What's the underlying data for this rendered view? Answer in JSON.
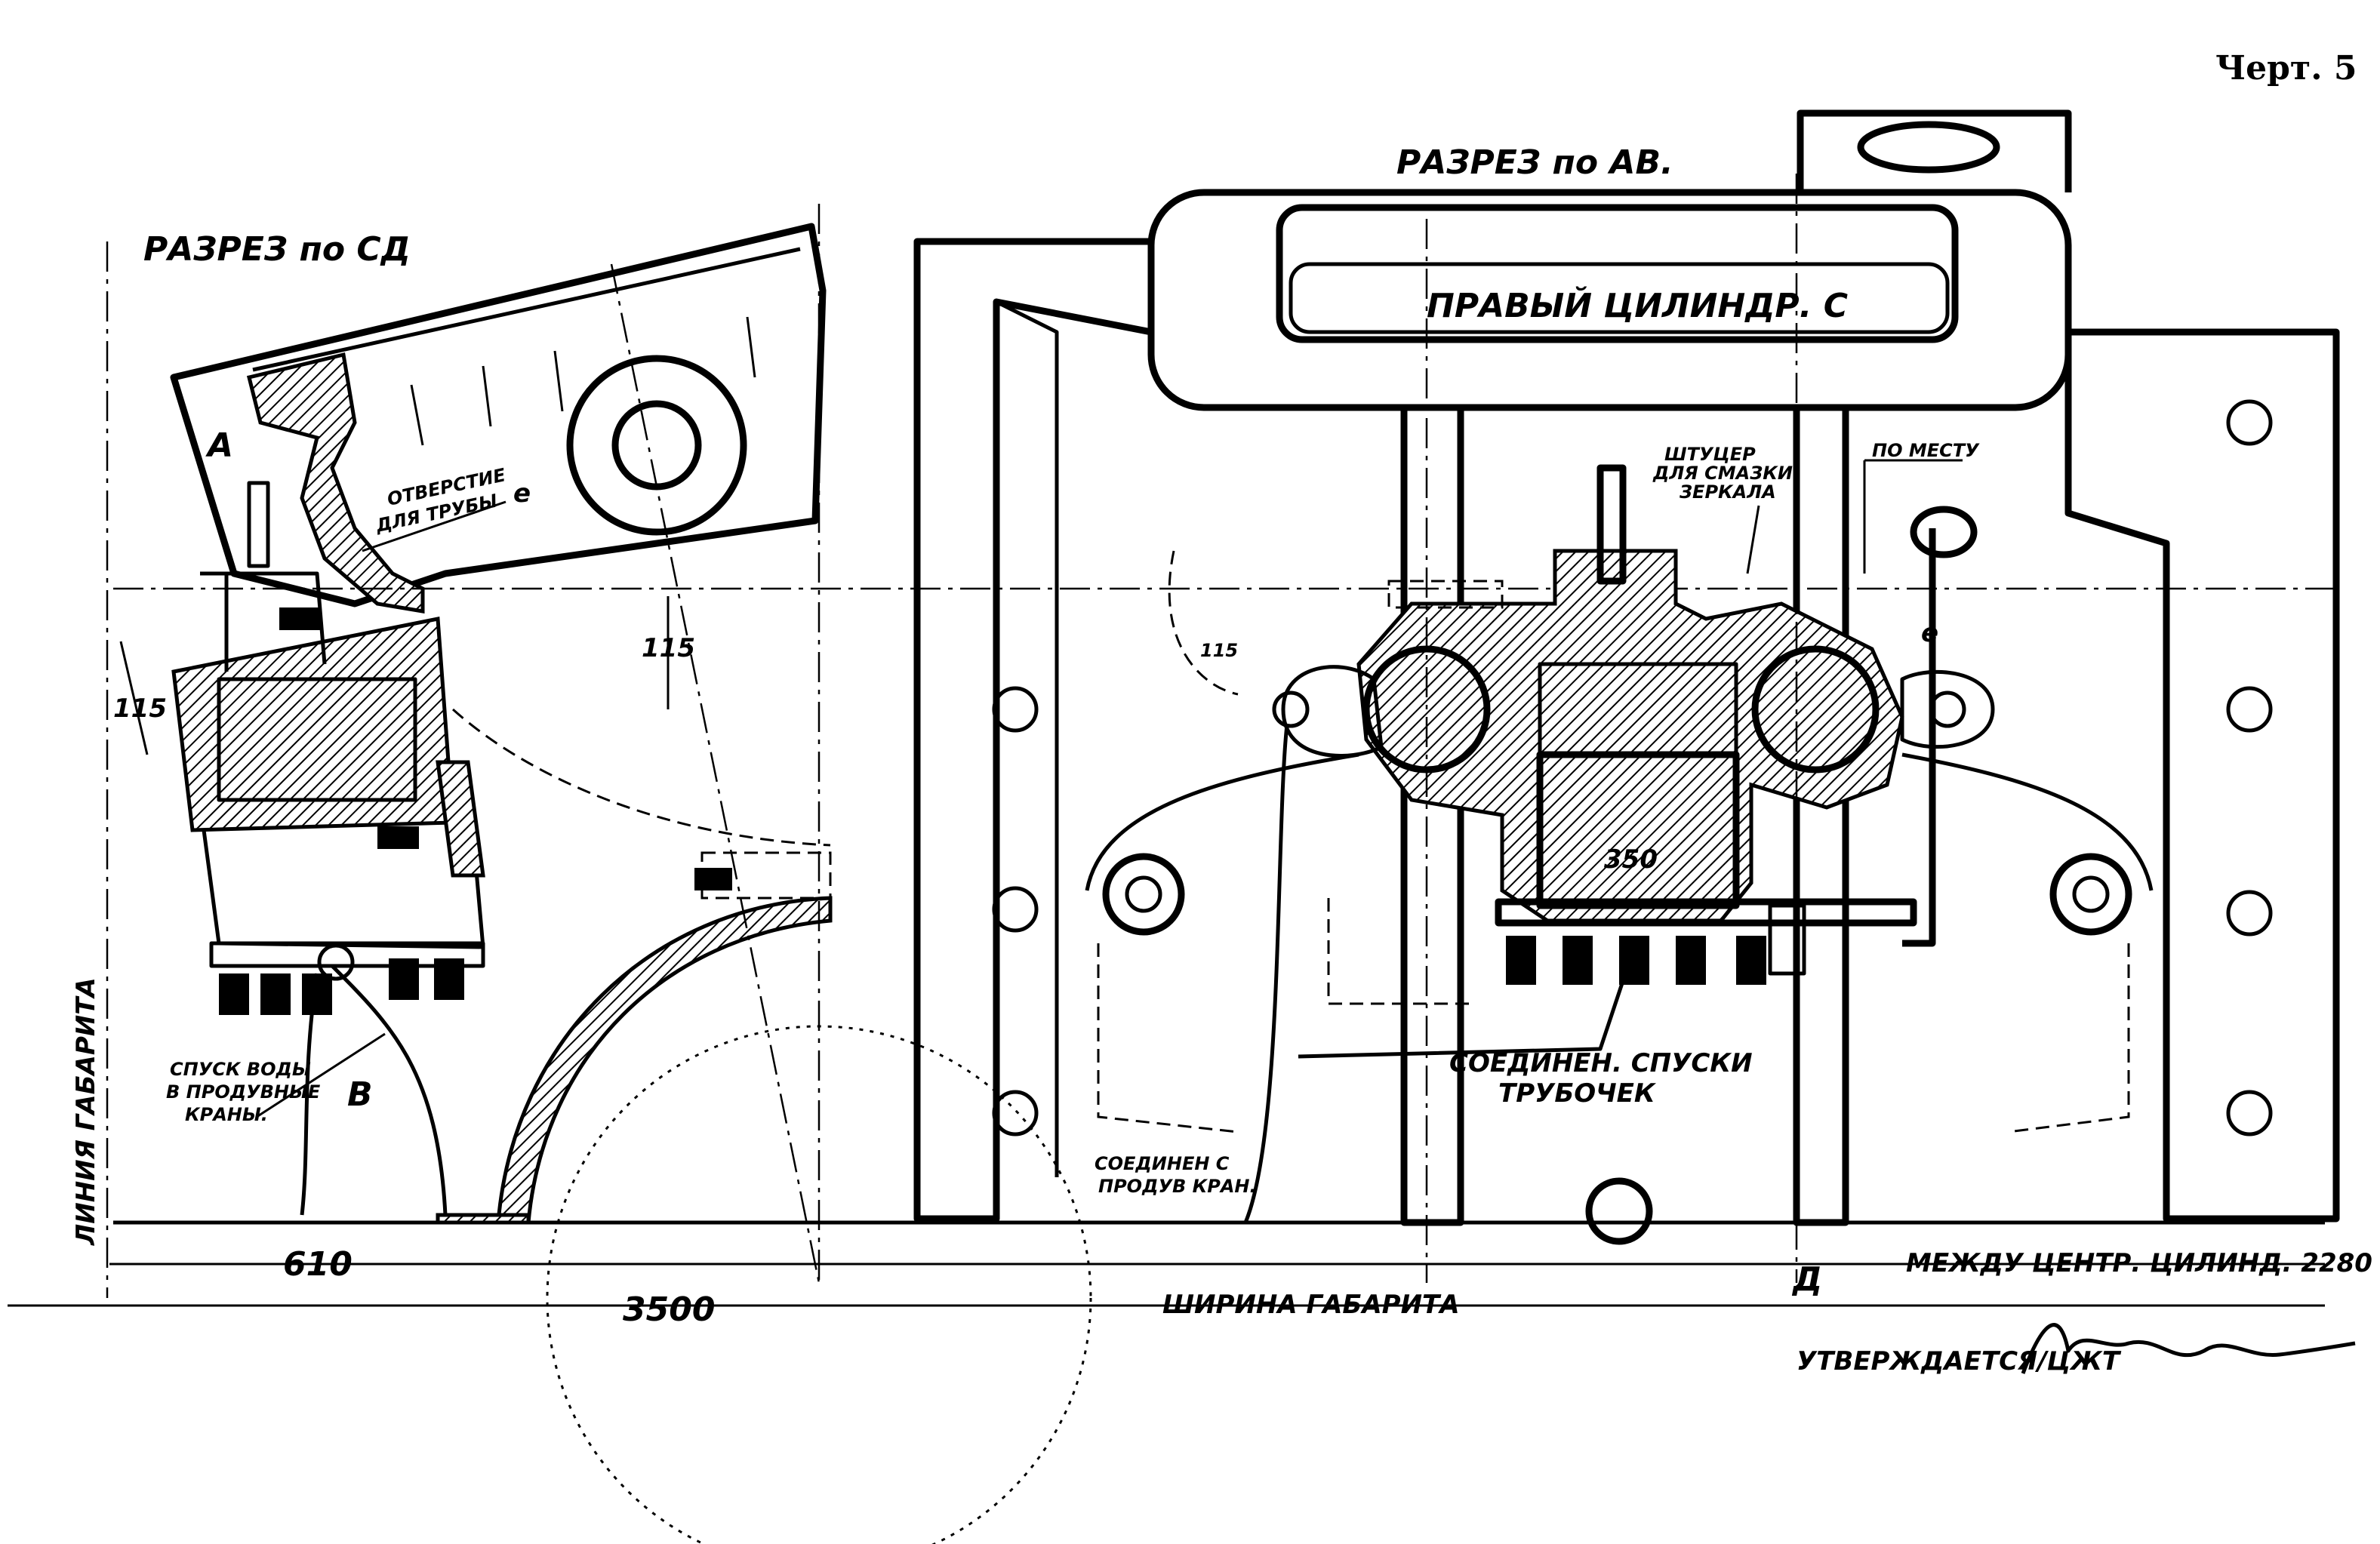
{
  "sheet": {
    "number": "Черт. 5"
  },
  "views": {
    "section_cd": "РАЗРЕЗ по СД",
    "section_ab": "РАЗРЕЗ по АВ."
  },
  "cylinder": {
    "title": "ПРАВЫЙ ЦИЛИНДР. С"
  },
  "letters": {
    "a": "А",
    "b": "В",
    "d": "Д",
    "e1": "е",
    "e2": "е"
  },
  "notes": {
    "pipe_hole_l1": "ОТВЕРСТИЕ",
    "pipe_hole_l2": "ДЛЯ ТРУБЫ",
    "fitting_l1": "ШТУЦЕР",
    "fitting_l2": "ДЛЯ СМАЗКИ",
    "fitting_l3": "ЗЕРКАЛА",
    "in_place": "ПО МЕСТУ",
    "drain_l1": "СПУСК ВОДЫ",
    "drain_l2": "В ПРОДУВНЫЕ",
    "drain_l3": "КРАНЫ.",
    "connected_l1": "СОЕДИНЕН С",
    "connected_l2": "ПРОДУВ КРАН.",
    "tubes_l1": "СОЕДИНЕН. СПУСКИ",
    "tubes_l2": "ТРУБОЧЕК",
    "gauge_line": "ЛИНИЯ ГАБАРИТА"
  },
  "dimensions": {
    "d115_left": "115",
    "d115_mid": "115",
    "d115_right": "115",
    "d350": "350",
    "d610": "610",
    "d3500": "3500",
    "gauge_width": "ШИРИНА ГАБАРИТА",
    "between_centers": "МЕЖДУ ЦЕНТР. ЦИЛИНД. 2280"
  },
  "approval": {
    "text": "УТВЕРЖДАЕТСЯ/ЦЖТ"
  }
}
